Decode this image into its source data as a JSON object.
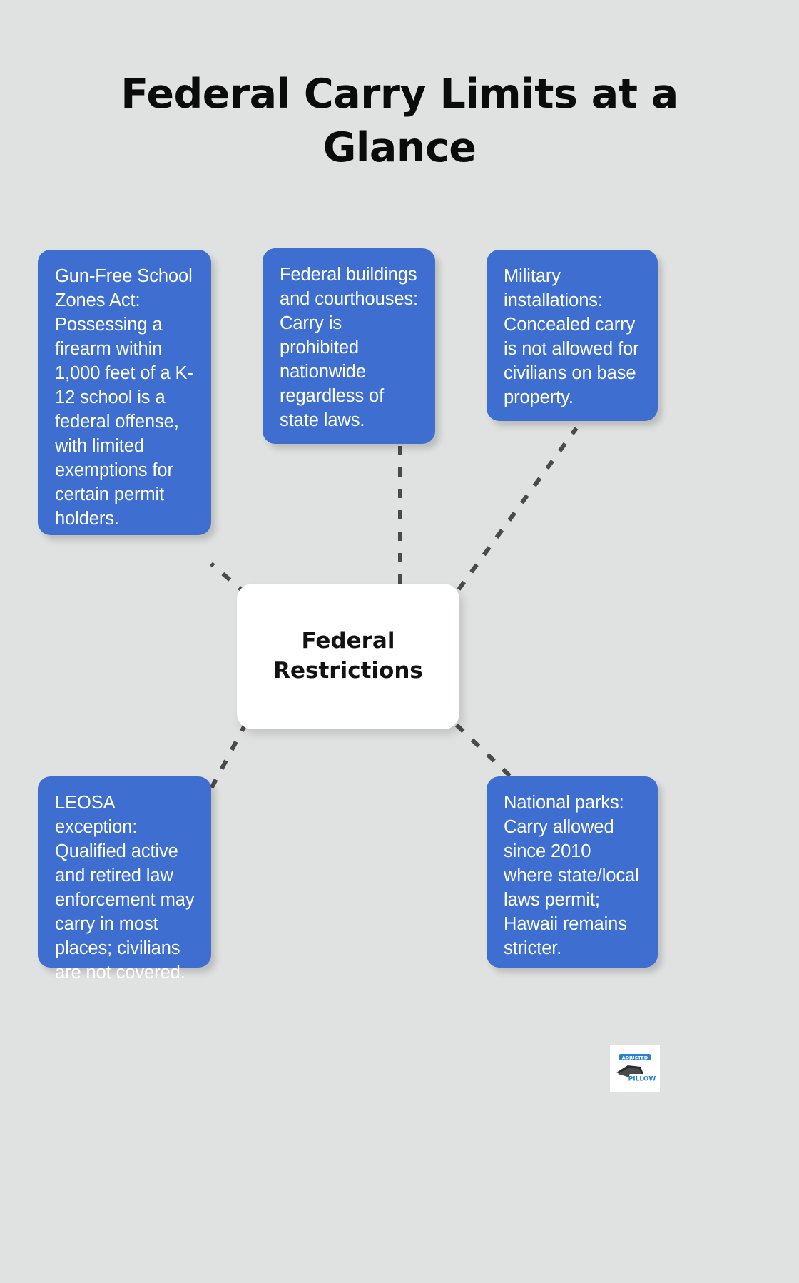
{
  "title": "Federal Carry Limits at a Glance",
  "theme": {
    "background": "#e0e1e1",
    "node_fill": "#3d6ed0",
    "node_text": "#ffffff",
    "center_fill": "#ffffff",
    "center_text": "#121212",
    "connector": "#4a4a4a",
    "title_text": "#0b0b0b"
  },
  "center": {
    "label_line1": "Federal",
    "label_line2": "Restrictions"
  },
  "nodes": [
    {
      "id": "gun-free-school-zones-act",
      "text": "Gun-Free School Zones Act: Possessing a firearm within 1,000 feet of a K-12 school is a federal offense, with limited exemptions for certain permit holders."
    },
    {
      "id": "federal-buildings-and-courthouses",
      "text": "Federal buildings and courthouses: Carry is prohibited nationwide regardless of state laws."
    },
    {
      "id": "military-installations",
      "text": "Military installations: Concealed carry is not allowed for civilians on base property."
    },
    {
      "id": "leosa-exception",
      "text": "LEOSA exception: Qualified active and retired law enforcement may carry in most places; civilians are not covered."
    },
    {
      "id": "national-parks",
      "text": "National parks: Carry allowed since 2010 where state/local laws permit; Hawaii remains stricter."
    }
  ],
  "logo": {
    "name": "adjusted-pillow-logo",
    "top_text": "ADJUSTED",
    "bottom_text": "PILLOW"
  }
}
